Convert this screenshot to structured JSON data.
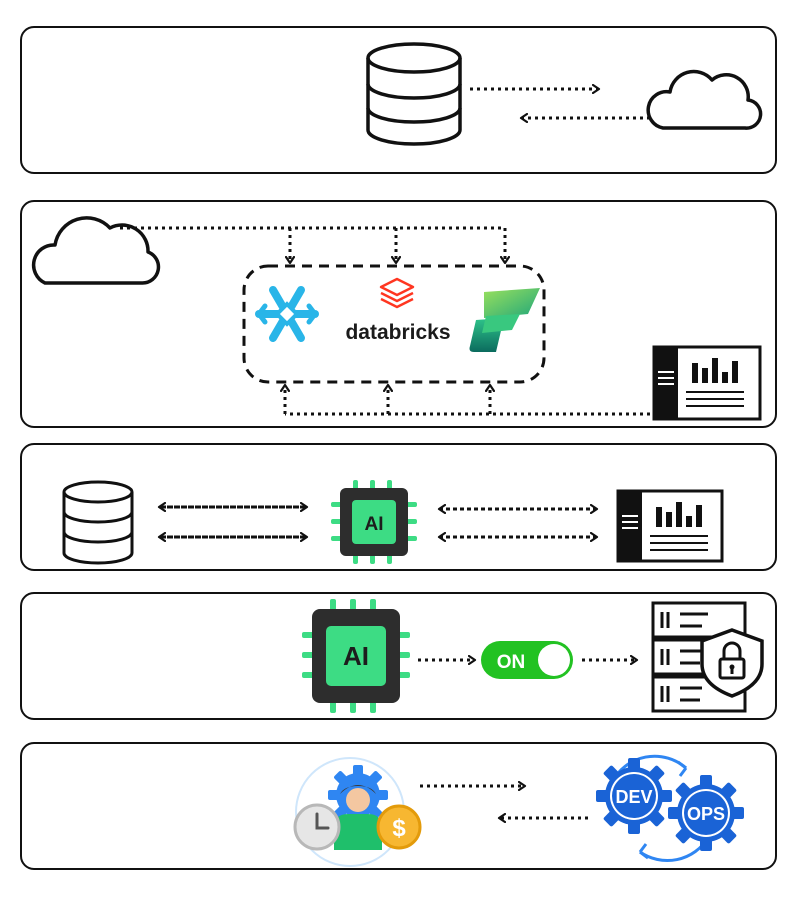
{
  "panels": [
    {
      "id": "data-to-cloud"
    },
    {
      "id": "cloud-platforms"
    },
    {
      "id": "ai-integration"
    },
    {
      "id": "ai-security"
    },
    {
      "id": "devops"
    }
  ],
  "logos": {
    "databricks": "databricks",
    "fabric": "fabric"
  },
  "chips": {
    "label": "AI"
  },
  "toggle": {
    "label": "ON"
  },
  "devops": {
    "dev_label": "DEV",
    "ops_label": "OPS"
  },
  "colors": {
    "stroke": "#111111",
    "snowflake": "#29b5e8",
    "databricks_red": "#ff3621",
    "fabric_green": "#3fd08a",
    "chip_body": "#2d2d2d",
    "chip_green": "#3ddc84",
    "toggle_green": "#22c222",
    "devops_blue": "#1a63d6",
    "coin_gold": "#f7b731"
  }
}
